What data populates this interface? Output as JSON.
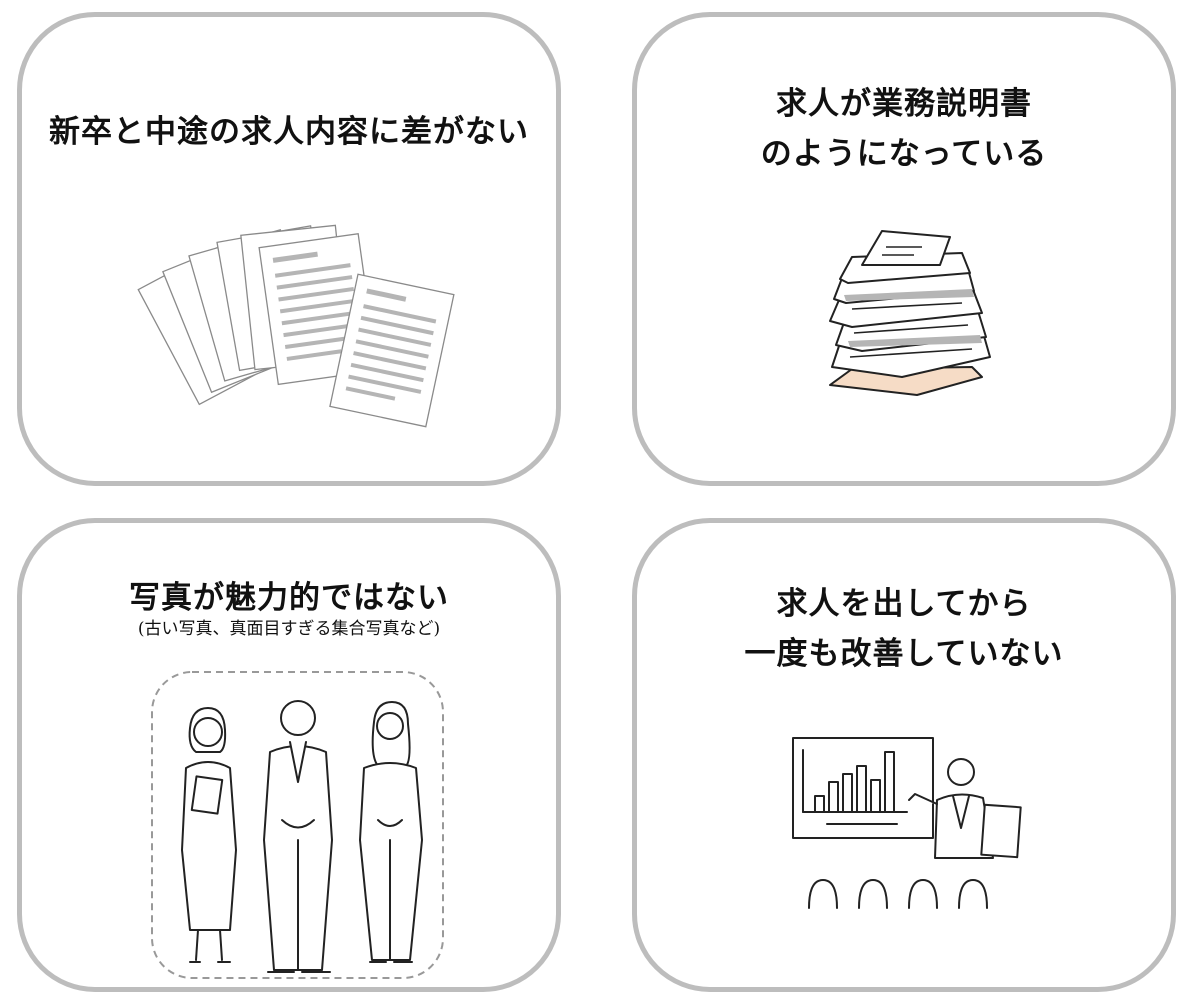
{
  "cards": [
    {
      "title_lines": [
        "新卒と中途の求人内容に差がない"
      ],
      "illustration": "scattered-documents-illustration"
    },
    {
      "title_lines": [
        "求人が業務説明書",
        "のようになっている"
      ],
      "illustration": "paper-stack-illustration"
    },
    {
      "title_lines": [
        "写真が魅力的ではない"
      ],
      "subtitle": "(古い写真、真面目すぎる集合写真など)",
      "illustration": "group-photo-illustration"
    },
    {
      "title_lines": [
        "求人を出してから",
        "一度も改善していない"
      ],
      "illustration": "presentation-illustration"
    }
  ],
  "colors": {
    "card_border": "#bdbdbd",
    "text": "#111111",
    "line_art": "#222222",
    "doc_gray": "#b5b5b5",
    "folder_peach": "#f6dcc6"
  }
}
